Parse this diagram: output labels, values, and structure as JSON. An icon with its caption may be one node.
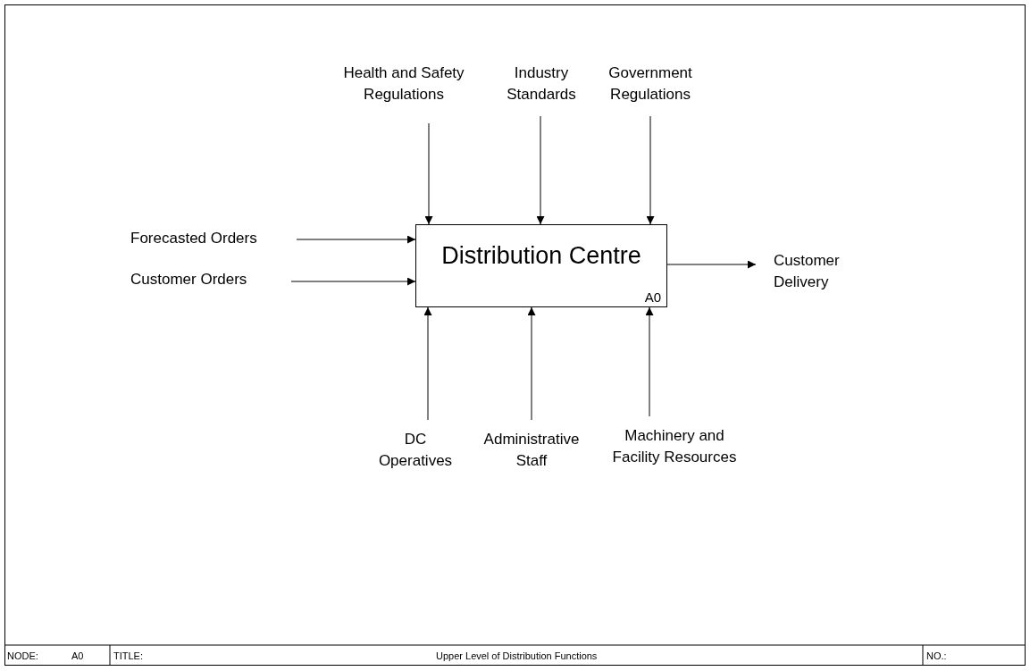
{
  "diagram": {
    "nodes": [
      {
        "text": [
          "Distribution Centre",
          "A0"
        ]
      },
      {
        "text": [
          "Health and Safety Regulations"
        ]
      },
      {
        "text": [
          "Industry Standards"
        ]
      },
      {
        "text": [
          "Government Regulations"
        ]
      },
      {
        "text": [
          "Forecasted Orders"
        ]
      },
      {
        "text": [
          "Customer Orders"
        ]
      },
      {
        "text": [
          "Customer Delivery"
        ]
      },
      {
        "text": [
          "DC Operatives"
        ]
      },
      {
        "text": [
          "Administrative Staff"
        ]
      },
      {
        "text": [
          "Machinery and Facility Resources"
        ]
      }
    ],
    "edges": [
      {
        "from": 1,
        "to": 0,
        "arrow": "to"
      },
      {
        "from": 2,
        "to": 0,
        "arrow": "to"
      },
      {
        "from": 3,
        "to": 0,
        "arrow": "to"
      },
      {
        "from": 4,
        "to": 0,
        "arrow": "to"
      },
      {
        "from": 5,
        "to": 0,
        "arrow": "to"
      },
      {
        "from": 0,
        "to": 6,
        "arrow": "to"
      },
      {
        "from": 7,
        "to": 0,
        "arrow": "to"
      },
      {
        "from": 8,
        "to": 0,
        "arrow": "to"
      },
      {
        "from": 9,
        "to": 0,
        "arrow": "to"
      }
    ],
    "labels": [
      "NODE:",
      "A0",
      "TITLE:",
      "Upper Level of Distribution Functions",
      "NO.:"
    ]
  }
}
